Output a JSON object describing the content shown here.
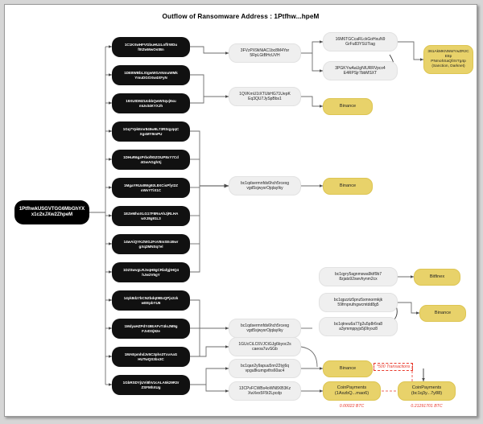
{
  "title": "Outflow of Ransomware Address : 1Ptfhw...hpeM",
  "colors": {
    "source_node": "#000000",
    "intermediate_node": "#111111",
    "hop_node": "#efefef",
    "service_node": "#e8d26a",
    "annotation": "#e8382b",
    "canvas": "#ffffff"
  },
  "root": {
    "label": "1PtfhwkUSGVTGG6MbGhYX x1c2xJXw2ZhpeM",
    "line1": "1PtfhwkUSGVTGG6MbGhYX",
    "line2": "x1c2xJXw2ZhpeM"
  },
  "black_nodes": [
    {
      "line1": "1C1KXwHFVGbuHUzLoffrWDu",
      "line2": "f0tZwMwOstBn"
    },
    {
      "line1": "1DE8WBbLXtgwWGANmuWMk",
      "line2": "YmuDGOXw4XFyN"
    },
    {
      "line1": "19XUtDMZUobbQwWSqvj9xu",
      "line2": "mUv34KYXJh"
    },
    {
      "line1": "1Gq7YpkEmr845w9L73RSqyqqC",
      "line2": "XgsMY9mPU"
    },
    {
      "line1": "1DHuR6gzPrbof9SZOUP8xY7Cd",
      "line2": "4GwAGghSj"
    },
    {
      "line1": "1MgaYRUx8Wg92L8XCisPfyt2Z",
      "line2": "oWvYTiX1C"
    },
    {
      "line1": "1EZeMhoXLG17F8RoAhJjRLHA",
      "line2": "wXJ8g91L3"
    },
    {
      "line1": "14wAiQYKZWGJFoV8mSEcBwr",
      "line2": "gXq2MNSq7el"
    },
    {
      "line1": "1DZSwvgLRJvqH8gCRlafgjtHQ4",
      "line2": "hJw2V5gY"
    },
    {
      "line1": "14yk8dz7bCNZbdqt9BxQPjx2zk",
      "line2": "wEEpbYU6"
    },
    {
      "line1": "1MdyaHZPdY49EAFvT4loJM9g",
      "line2": "FJvDSj92e"
    },
    {
      "line1": "1MAEpmhdJv5C3phs3TxvAaG",
      "line2": "HUTwQS3bx3C"
    },
    {
      "line1": "1GbRSDYjUVi8hVzcALA5k29R3r",
      "line2": "ZSFMhXUg"
    }
  ],
  "hop_nodes": [
    {
      "line1": "3FVzPX9kNiAC1bc8M4Yor",
      "line2": "5RpLGtBHcUVH"
    },
    {
      "line1": "1QVKmU1tXTUbHG71UepK",
      "line2": "Eq3QU7JySpBbs1"
    },
    {
      "line1": "bc1qdsermnfds6hch5rcexg",
      "line2": "vgd5sjwysrOjqlayIky"
    },
    {
      "line1": "bc1qdsermnfds6hch5rcexg",
      "line2": "vgd5sjwysrOjqlayIky"
    },
    {
      "line1": "bc1qyry5agnmswa9ktf9b7",
      "line2": "8zjats92swvhynm2cx"
    },
    {
      "line1": "bc1qpzztz5pnz5xmnormkjk",
      "line2": "59frnprufngwcmtdd8g5"
    },
    {
      "line1": "bc1qtneu6a77g2u5p8r6ra8",
      "line2": "a3ymmppyjs5j0lryxz8"
    },
    {
      "line1": "1GUcCiLC6VJCtGJg6byoc2s",
      "line2": "caeoa7uvSGb"
    },
    {
      "line1": "bc1qan2y9apuu5nn22tyj6q",
      "line2": "vpgu8kumgvths60ac4"
    },
    {
      "line1": "13CPvFCWBs4oWN8XB3Kz",
      "line2": "XwXex5F5t2Lpcdp"
    }
  ],
  "upper_hops": [
    {
      "line1": "16M6TGCcaRLckGoHxuN9",
      "line2": "GrFu83YSUTiag"
    },
    {
      "line1": "3PGKYwAaUgNIURRVpcx4",
      "line2": "E4RPSjr7bbMSXT"
    }
  ],
  "service_nodes": [
    {
      "name": "sanction-node",
      "line1": "361AkMKNNWYwZRzCE8p",
      "line2": "PNmohSaQf4V7g4p",
      "line3": "(Sanction, Darknet)"
    },
    {
      "name": "binance-1",
      "line1": "Binance"
    },
    {
      "name": "binance-2",
      "line1": "Binance"
    },
    {
      "name": "bitfinex",
      "line1": "Bitfinex"
    },
    {
      "name": "binance-3",
      "line1": "Binance"
    },
    {
      "name": "binance-4",
      "line1": "Binance"
    },
    {
      "name": "coinpayments-1",
      "line1": "CoinPayments",
      "line2": "(1AxzbQ...mao6)"
    },
    {
      "name": "coinpayments-2",
      "line1": "CoinPayments",
      "line2": "(bc1q3y...7y88)"
    }
  ],
  "annotations": {
    "transactions_note": "*500 Transactions",
    "amount_left": "0.00022 BTC",
    "amount_right": "0.21291701 BTC"
  }
}
